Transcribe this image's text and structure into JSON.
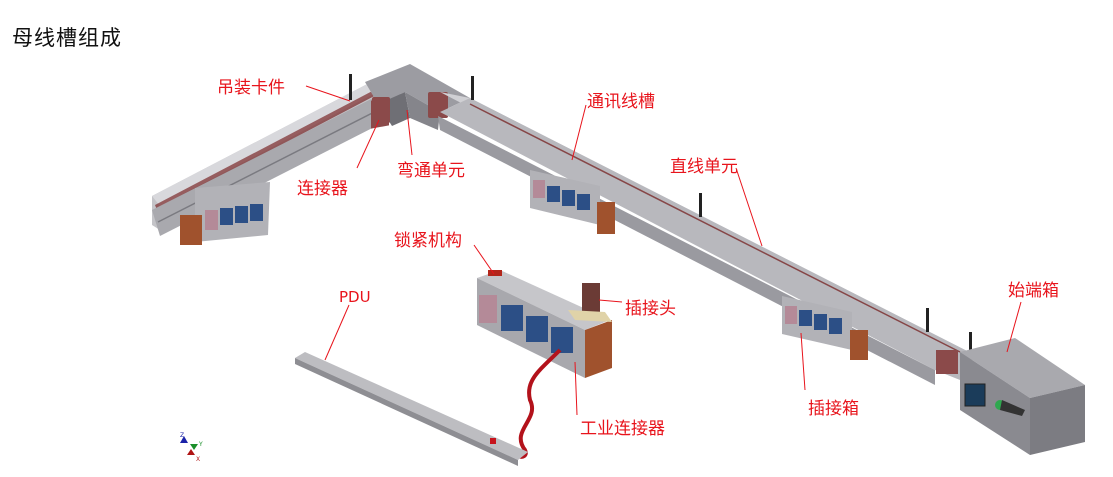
{
  "title": "母线槽组成",
  "labels": {
    "hanging_clip": "吊装卡件",
    "connector": "连接器",
    "elbow_unit": "弯通单元",
    "comm_trunk": "通讯线槽",
    "straight_unit": "直线单元",
    "locking_mechanism": "锁紧机构",
    "pdu": "PDU",
    "plug_head": "插接头",
    "industrial_connector": "工业连接器",
    "plug_box": "插接箱",
    "start_box": "始端箱"
  },
  "axis_triad": {
    "z": "Z",
    "y": "Y",
    "x": "X"
  },
  "colors": {
    "label": "#e8141c",
    "trunk": "#b9b9bd",
    "trunk_dark": "#8e8e93",
    "copper": "#a0522d",
    "socket_blue": "#2c4f86",
    "connector_plate": "#8b4a4a",
    "cable": "#b3121b"
  }
}
